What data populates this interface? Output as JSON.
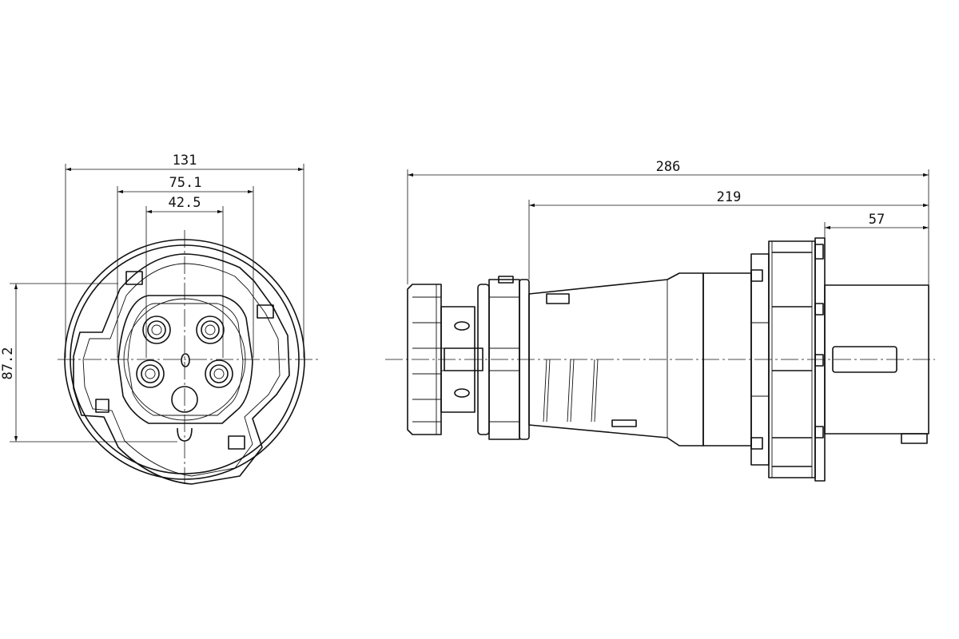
{
  "dimensions": {
    "front_width": "131",
    "front_inner": "75.1",
    "front_pin_span": "42.5",
    "front_height": "87.2",
    "side_total_length": "286",
    "side_body_length": "219",
    "side_head_length": "57"
  },
  "colors": {
    "line": "#111111",
    "background": "#ffffff"
  }
}
